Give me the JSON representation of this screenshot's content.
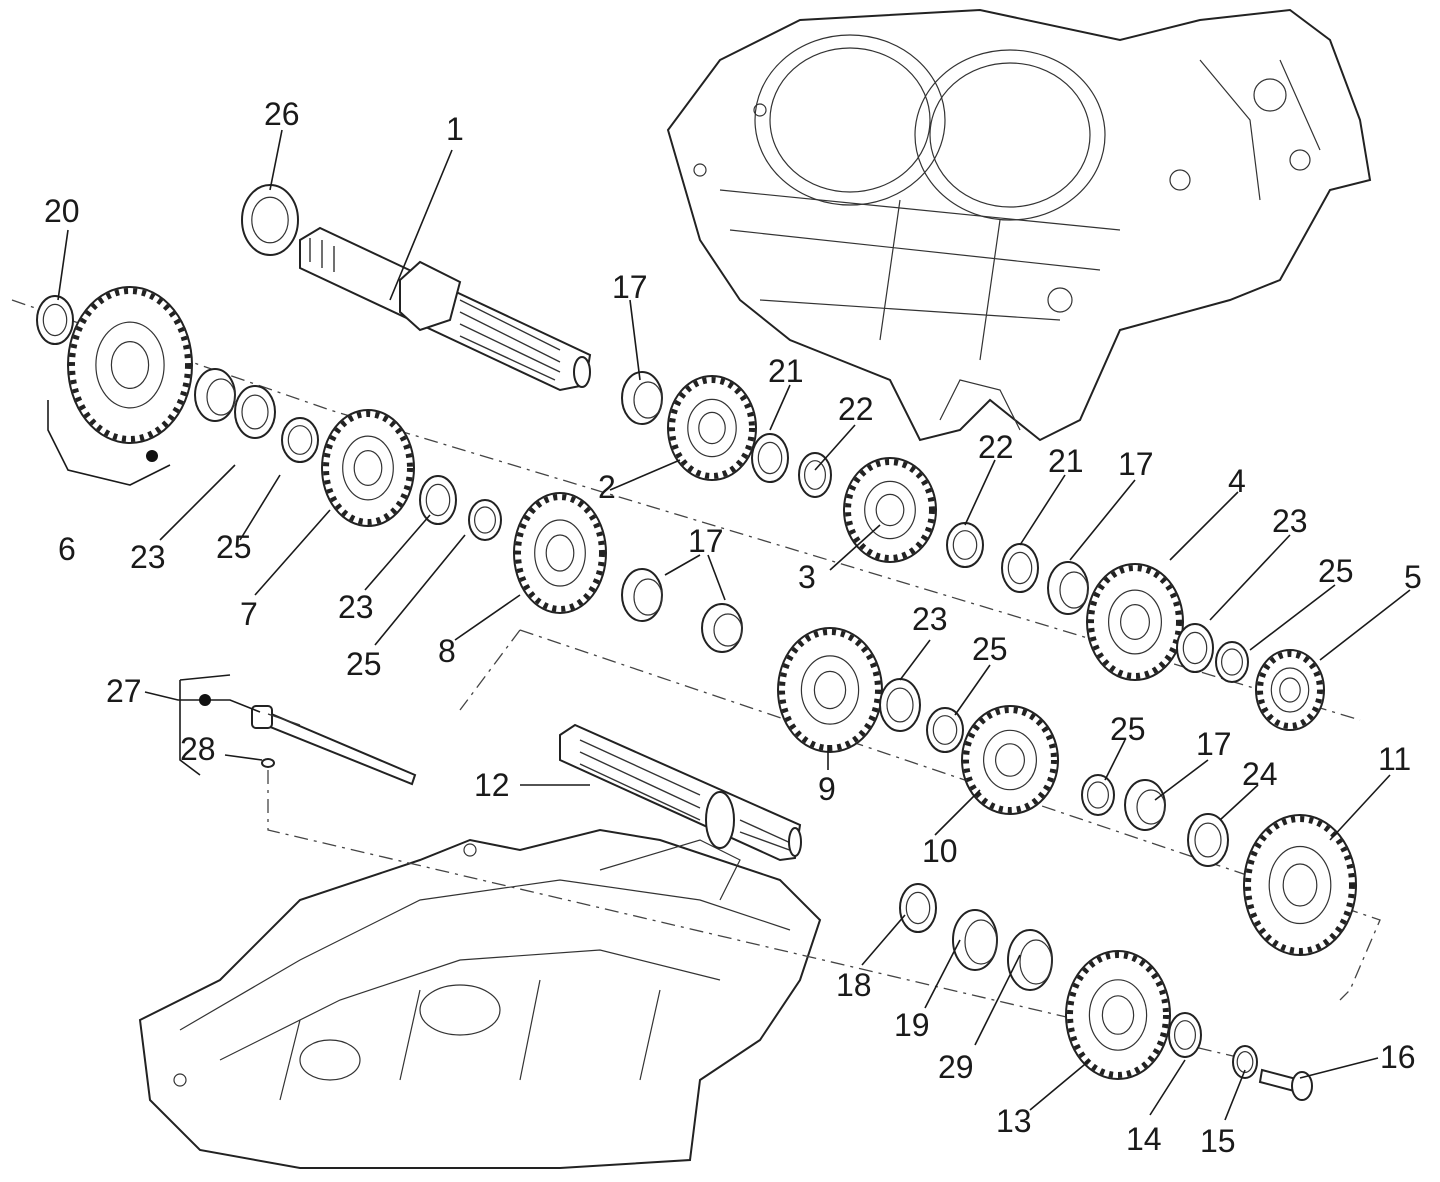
{
  "diagram": {
    "labels": {
      "l1": "1",
      "l2": "2",
      "l3": "3",
      "l4": "4",
      "l5": "5",
      "l6": "6",
      "l7": "7",
      "l8": "8",
      "l9": "9",
      "l10": "10",
      "l11": "11",
      "l12": "12",
      "l13": "13",
      "l14": "14",
      "l15": "15",
      "l16": "16",
      "l17a": "17",
      "l17b": "17",
      "l17c": "17",
      "l17d": "17",
      "l18": "18",
      "l19": "19",
      "l20": "20",
      "l21a": "21",
      "l21b": "21",
      "l22a": "22",
      "l22b": "22",
      "l23a": "23",
      "l23b": "23",
      "l23c": "23",
      "l23d": "23",
      "l24": "24",
      "l25a": "25",
      "l25b": "25",
      "l25c": "25",
      "l25d": "25",
      "l26": "26",
      "l27": "27",
      "l28": "28",
      "l29": "29"
    }
  }
}
